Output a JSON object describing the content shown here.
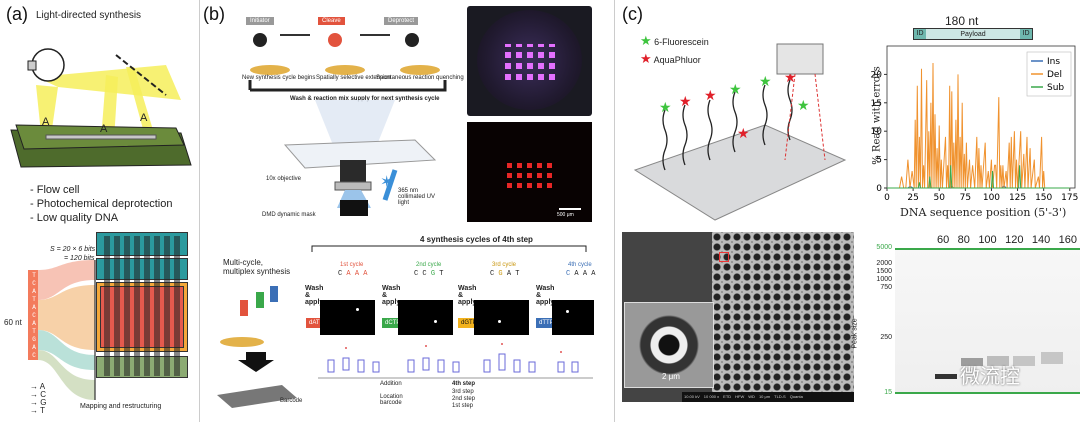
{
  "panels": {
    "a": {
      "label": "(a)",
      "title": "Light-directed synthesis",
      "marks": [
        "A",
        "A",
        "A"
      ],
      "bullets": [
        "- Flow cell",
        "- Photochemical deprotection",
        "- Low quality DNA"
      ],
      "formula": [
        "S = 20 × 6 bits",
        "= 120 bits"
      ],
      "side_label": "60 nt",
      "seq_letters": [
        "T",
        "C",
        "A",
        "T",
        "A",
        "C",
        "A",
        "T",
        "G",
        "A",
        "C"
      ],
      "legend": [
        "→ A",
        "→ C",
        "→ G",
        "→ T"
      ],
      "mapping_label": "Mapping and restructuring"
    },
    "b": {
      "label": "(b)",
      "steps": [
        "Initiator",
        "Cleave",
        "Deprotect"
      ],
      "step_captions": [
        "New synthesis cycle begins",
        "Spatially selective extension",
        "Spontaneous reaction quenching"
      ],
      "wash_label": "Wash & reaction mix supply for next synthesis cycle",
      "objective_label": "10x objective",
      "uv_label": "365 nm collimated UV light",
      "dmd_label": "DMD dynamic mask",
      "scalebar": "500 μm",
      "multicycle_title": [
        "Multi-cycle,",
        "multiplex synthesis"
      ],
      "cycles_title": "4 synthesis cycles of 4th step",
      "wash_apply": [
        "Wash",
        "&",
        "apply"
      ],
      "nucleotides": [
        "dATP",
        "dCTP",
        "dGTP",
        "dTTP"
      ],
      "cycle_labels": [
        "1st cycle",
        "2nd cycle",
        "3rd cycle",
        "4th cycle"
      ],
      "seq_cols": [
        [
          "C",
          "A",
          "A",
          "A"
        ],
        [
          "C",
          "C",
          "G",
          "T"
        ],
        [
          "C",
          "G",
          "A",
          "T"
        ],
        [
          "C",
          "A",
          "A",
          "A"
        ]
      ],
      "barcode_label": "Barcode",
      "table_rows": [
        "Addition",
        "Location barcode"
      ],
      "table_header": "4th step",
      "table_steps": [
        "3rd step",
        "2nd step",
        "1st step"
      ]
    },
    "c": {
      "label": "(c)",
      "legend": [
        {
          "name": "6-Fluorescein",
          "color": "#3ec43e"
        },
        {
          "name": "AquaPhluor",
          "color": "#e0202a"
        }
      ],
      "scale_label": "2 μm",
      "sem_bar": [
        "10.00 kV",
        "10 000 x",
        "ETD",
        "HFW",
        "WD",
        "10 μm",
        "TLD-S",
        "Quanta"
      ]
    }
  },
  "payload_bar": {
    "length_label": "180 nt",
    "segments": [
      "ID",
      "Payload",
      "ID"
    ]
  },
  "chart_data": {
    "type": "line",
    "xlabel": "DNA sequence position (5'-3')",
    "ylabel": "% Read with errors",
    "xlim": [
      0,
      180
    ],
    "ylim": [
      0,
      25
    ],
    "xticks": [
      0,
      25,
      50,
      75,
      100,
      125,
      150,
      175
    ],
    "yticks": [
      0,
      5,
      10,
      15,
      20
    ],
    "legend_position": "top-right",
    "series": [
      {
        "name": "Ins",
        "color": "#3b6fb6",
        "points": [
          [
            0,
            0
          ],
          [
            20,
            0
          ],
          [
            22,
            0.3
          ],
          [
            25,
            0
          ],
          [
            60,
            0
          ],
          [
            62,
            0.3
          ],
          [
            64,
            0
          ],
          [
            110,
            0
          ],
          [
            112,
            0.4
          ],
          [
            114,
            0
          ],
          [
            175,
            0
          ]
        ]
      },
      {
        "name": "Del",
        "color": "#f0922e",
        "points": [
          [
            0,
            0
          ],
          [
            12,
            0
          ],
          [
            14,
            2
          ],
          [
            16,
            0
          ],
          [
            18,
            0
          ],
          [
            20,
            5
          ],
          [
            22,
            0
          ],
          [
            24,
            3
          ],
          [
            26,
            0
          ],
          [
            27,
            12
          ],
          [
            28,
            0
          ],
          [
            29,
            18
          ],
          [
            30,
            0
          ],
          [
            31,
            9
          ],
          [
            32,
            0
          ],
          [
            33,
            21
          ],
          [
            34,
            0
          ],
          [
            35,
            4
          ],
          [
            36,
            0
          ],
          [
            38,
            19
          ],
          [
            39,
            0
          ],
          [
            40,
            10
          ],
          [
            41,
            0
          ],
          [
            42,
            15
          ],
          [
            43,
            0
          ],
          [
            44,
            22
          ],
          [
            45,
            0
          ],
          [
            46,
            13
          ],
          [
            47,
            0
          ],
          [
            48,
            7
          ],
          [
            49,
            0
          ],
          [
            50,
            11
          ],
          [
            51,
            0
          ],
          [
            52,
            5
          ],
          [
            53,
            0
          ],
          [
            56,
            9
          ],
          [
            57,
            0
          ],
          [
            58,
            4
          ],
          [
            59,
            0
          ],
          [
            60,
            18
          ],
          [
            61,
            0
          ],
          [
            62,
            17
          ],
          [
            63,
            0
          ],
          [
            64,
            8
          ],
          [
            65,
            0
          ],
          [
            66,
            12
          ],
          [
            67,
            0
          ],
          [
            68,
            20
          ],
          [
            69,
            0
          ],
          [
            70,
            9
          ],
          [
            71,
            0
          ],
          [
            72,
            15
          ],
          [
            73,
            0
          ],
          [
            74,
            6
          ],
          [
            75,
            0
          ],
          [
            76,
            8
          ],
          [
            77,
            0
          ],
          [
            79,
            5
          ],
          [
            80,
            0
          ],
          [
            82,
            4
          ],
          [
            84,
            0
          ],
          [
            86,
            9
          ],
          [
            87,
            0
          ],
          [
            88,
            7
          ],
          [
            89,
            0
          ],
          [
            90,
            4
          ],
          [
            91,
            0
          ],
          [
            94,
            8
          ],
          [
            95,
            0
          ],
          [
            97,
            3
          ],
          [
            98,
            0
          ],
          [
            100,
            5
          ],
          [
            101,
            0
          ],
          [
            103,
            4
          ],
          [
            104,
            4
          ],
          [
            105,
            0
          ],
          [
            107,
            16
          ],
          [
            108,
            0
          ],
          [
            109,
            4
          ],
          [
            110,
            0
          ],
          [
            111,
            4
          ],
          [
            112,
            0
          ],
          [
            114,
            3
          ],
          [
            115,
            0
          ],
          [
            117,
            8
          ],
          [
            118,
            0
          ],
          [
            119,
            9
          ],
          [
            120,
            0
          ],
          [
            122,
            10
          ],
          [
            123,
            0
          ],
          [
            124,
            5
          ],
          [
            125,
            0
          ],
          [
            128,
            10
          ],
          [
            129,
            0
          ],
          [
            131,
            6
          ],
          [
            132,
            0
          ],
          [
            134,
            9
          ],
          [
            135,
            0
          ],
          [
            137,
            7
          ],
          [
            138,
            0
          ],
          [
            141,
            5
          ],
          [
            142,
            0
          ],
          [
            145,
            2
          ],
          [
            146,
            0
          ],
          [
            148,
            9
          ],
          [
            149,
            0
          ],
          [
            150,
            3
          ],
          [
            151,
            0
          ],
          [
            175,
            0
          ]
        ]
      },
      {
        "name": "Sub",
        "color": "#3aa84a",
        "points": [
          [
            0,
            0
          ],
          [
            30,
            0
          ],
          [
            31,
            1
          ],
          [
            32,
            0
          ],
          [
            40,
            0
          ],
          [
            41,
            2
          ],
          [
            42,
            0
          ],
          [
            60,
            0
          ],
          [
            61,
            4
          ],
          [
            62,
            0
          ],
          [
            100,
            0
          ],
          [
            101,
            3
          ],
          [
            102,
            0
          ],
          [
            126,
            0
          ],
          [
            127,
            4
          ],
          [
            128,
            0
          ],
          [
            175,
            0
          ]
        ]
      }
    ]
  },
  "gel": {
    "lane_labels": [
      "60",
      "80",
      "100",
      "120",
      "140",
      "160"
    ],
    "ladder_labels": [
      "5000",
      "2000",
      "1500",
      "1000",
      "750",
      "250",
      "15"
    ],
    "axis_label": "Peak size",
    "watermark": "微流控"
  }
}
